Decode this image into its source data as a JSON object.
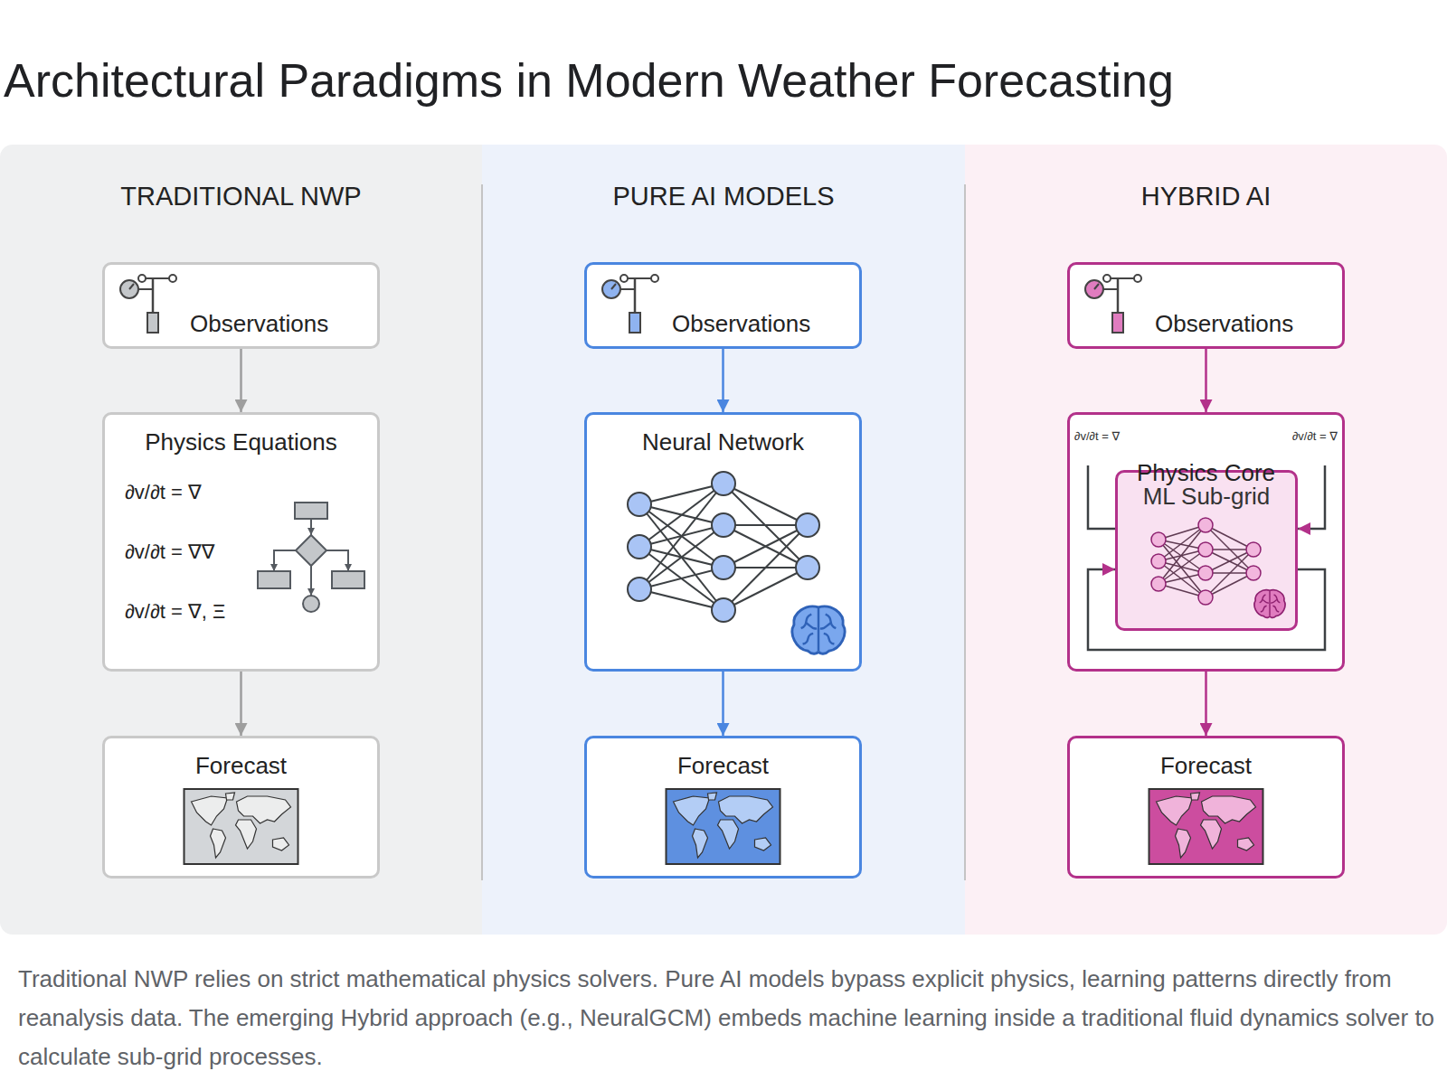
{
  "diagram": {
    "title": "Architectural Paradigms in Modern Weather Forecasting",
    "caption": "Traditional NWP relies on strict mathematical physics solvers. Pure AI models bypass explicit physics, learning patterns directly from reanalysis data. The emerging Hybrid approach (e.g., NeuralGCM) embeds machine learning inside a traditional fluid dynamics solver to calculate sub-grid processes.",
    "nodes": [
      {
        "text": [
          "TRADITIONAL NWP"
        ]
      },
      {
        "text": [
          "Observations"
        ],
        "in": 0
      },
      {
        "text": [
          "Physics Equations",
          "∂v/∂t = ∇",
          "∂v/∂t = ∇∇",
          "∂v/∂t = ∇, Ξ"
        ],
        "in": 0
      },
      {
        "text": [
          "Forecast"
        ],
        "in": 0
      },
      {
        "text": [
          "PURE AI MODELS"
        ]
      },
      {
        "text": [
          "Observations"
        ],
        "in": 4
      },
      {
        "text": [
          "Neural Network"
        ],
        "in": 4
      },
      {
        "text": [
          "Forecast"
        ],
        "in": 4
      },
      {
        "text": [
          "HYBRID AI"
        ]
      },
      {
        "text": [
          "Observations"
        ],
        "in": 8
      },
      {
        "text": [
          "∂v/∂t = ∇",
          "Physics Core",
          "∂v/∂t = ∇"
        ],
        "in": 8
      },
      {
        "text": [
          "ML Sub-grid"
        ],
        "in": 10
      },
      {
        "text": [
          "Forecast"
        ],
        "in": 8
      }
    ],
    "edges": [
      {
        "from": 1,
        "to": 2,
        "arrow": "to"
      },
      {
        "from": 2,
        "to": 3,
        "arrow": "to"
      },
      {
        "from": 5,
        "to": 6,
        "arrow": "to"
      },
      {
        "from": 6,
        "to": 7,
        "arrow": "to"
      },
      {
        "from": 9,
        "to": 10,
        "arrow": "to"
      },
      {
        "from": 10,
        "to": 11,
        "arrow": "to"
      },
      {
        "from": 10,
        "to": 11,
        "arrow": "none"
      },
      {
        "from": 10,
        "to": 12,
        "arrow": "to"
      }
    ]
  }
}
